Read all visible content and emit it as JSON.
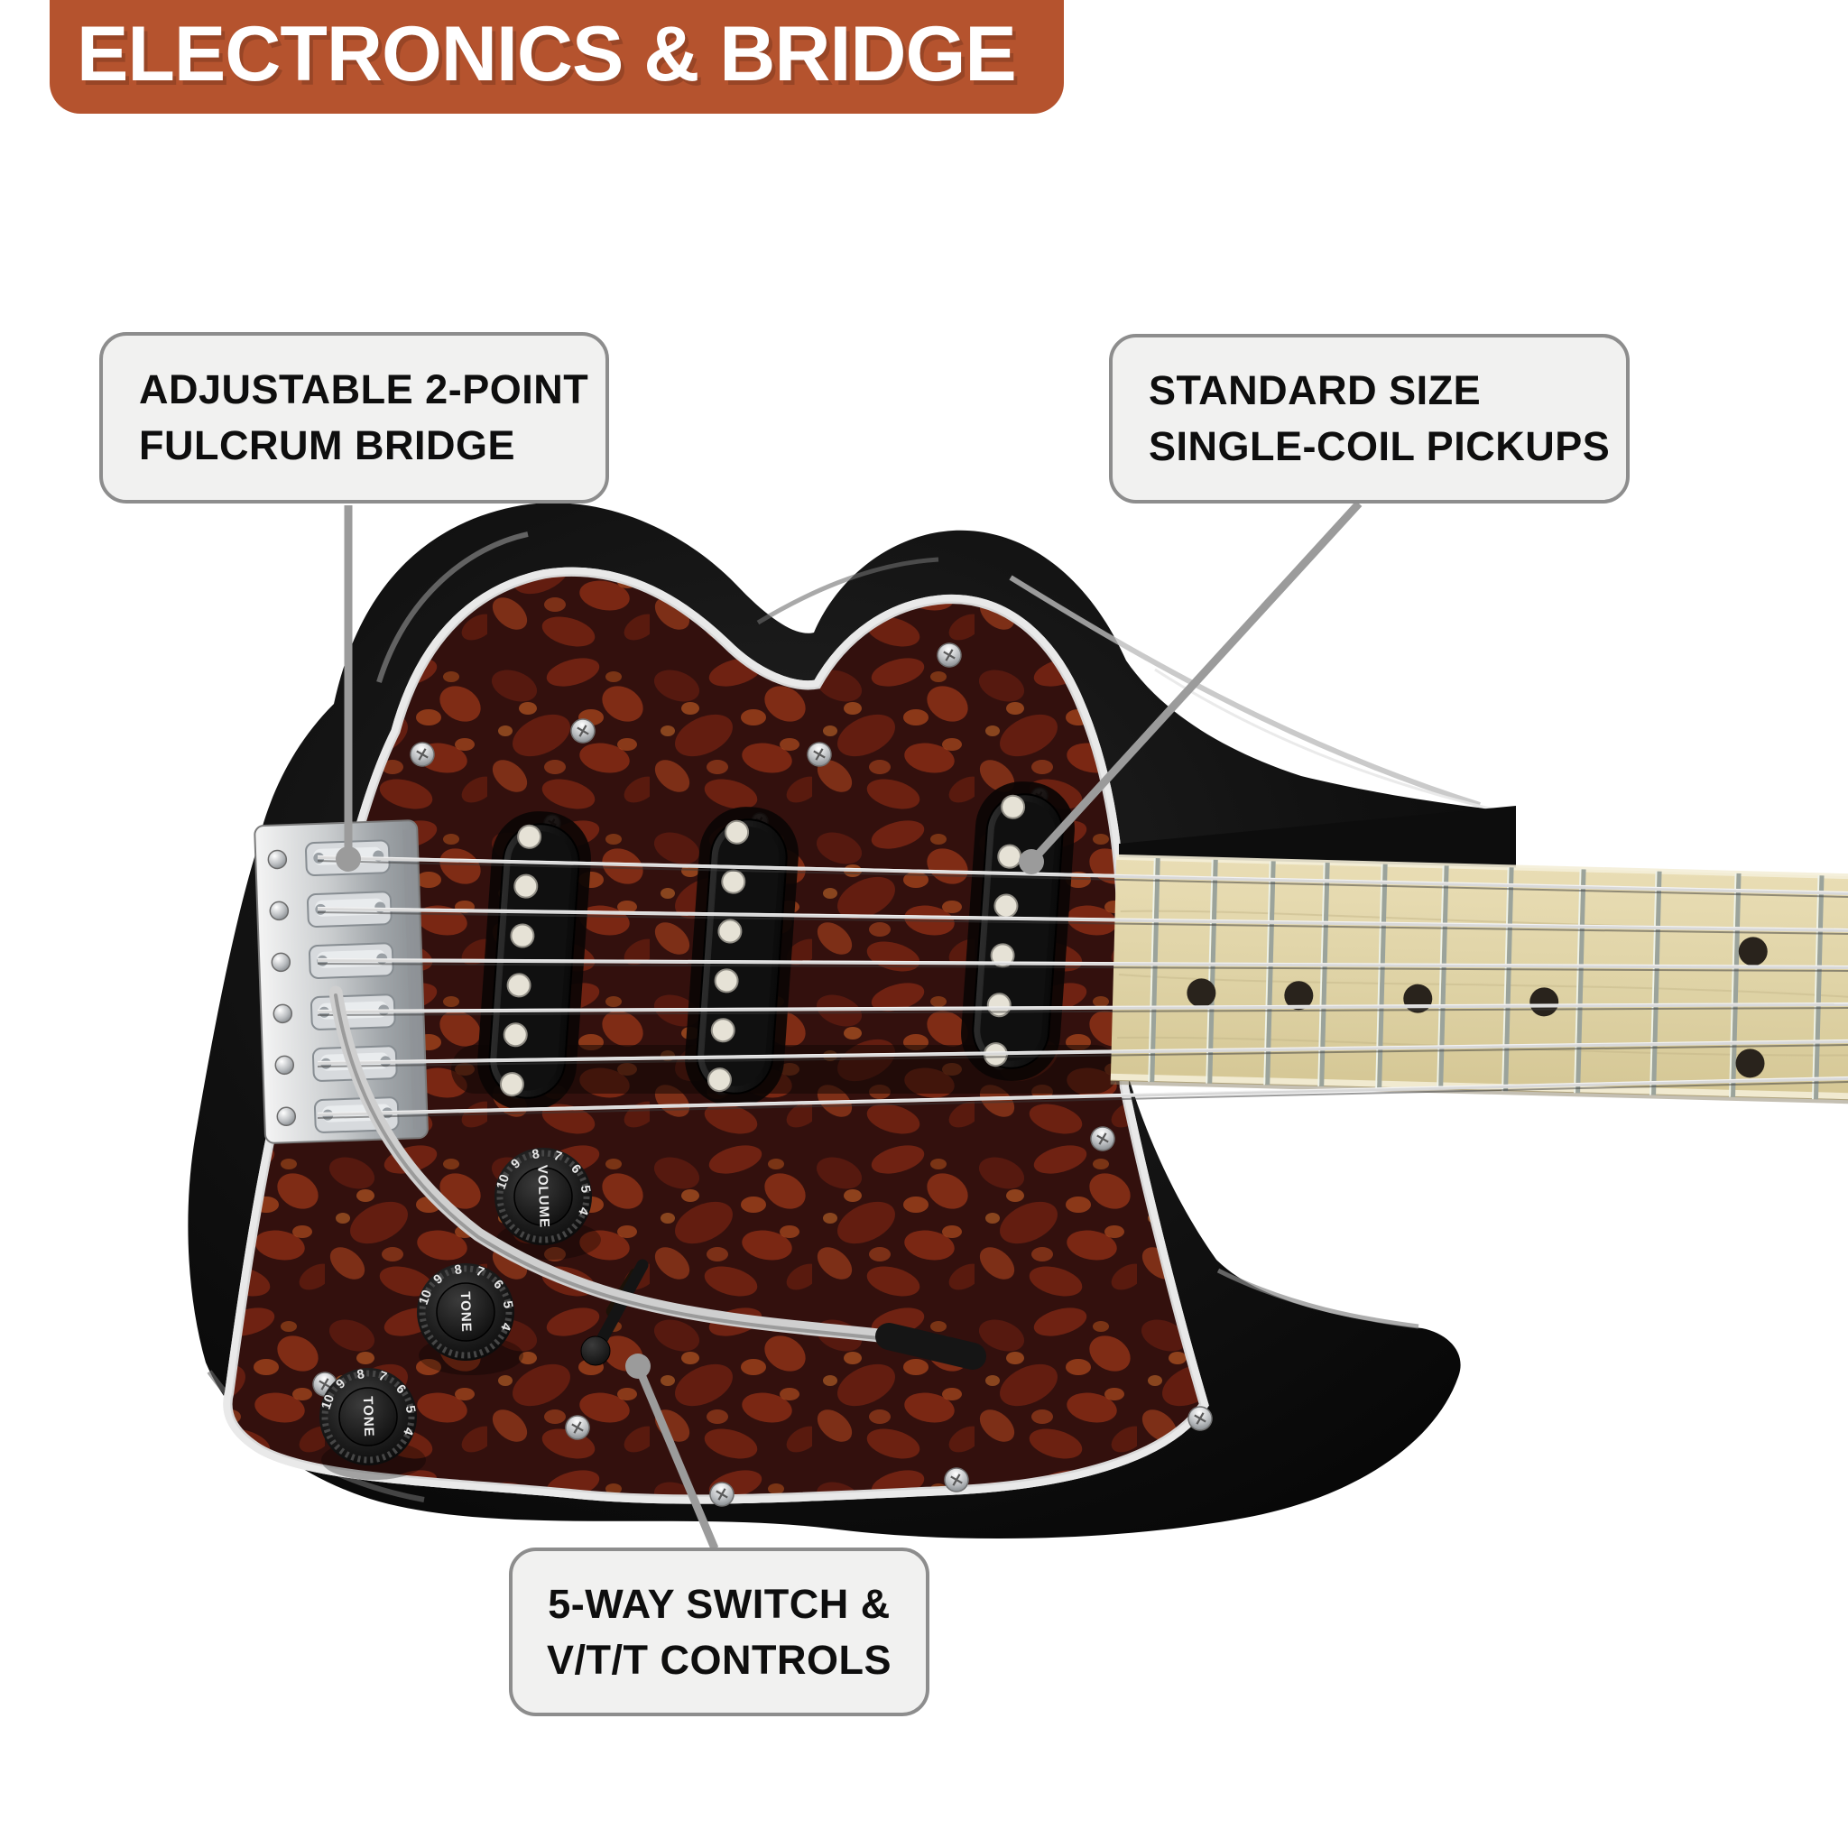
{
  "header": {
    "title": "ELECTRONICS & BRIDGE",
    "bg_color": "#b5532e",
    "text_color": "#ffffff"
  },
  "callouts": {
    "bridge": {
      "line1": "ADJUSTABLE 2-POINT",
      "line2": "FULCRUM BRIDGE"
    },
    "pickups": {
      "line1": "STANDARD SIZE",
      "line2": "SINGLE-COIL PICKUPS"
    },
    "controls": {
      "line1": "5-WAY SWITCH &",
      "line2": "V/T/T CONTROLS"
    }
  },
  "guitar": {
    "volume_knob_label": "VOLUME",
    "tone_knob_label": "TONE",
    "knob_scale": [
      "10",
      "9",
      "8",
      "7",
      "6",
      "5",
      "4"
    ],
    "colors": {
      "body": "#0d0d0d",
      "pickguard_base": "#33100d",
      "pickguard_accent": "#c65420",
      "binding": "#e9e9e9",
      "maple_neck": "#e0d4a8",
      "chrome": "#d6d6d6",
      "leader_line": "#9b9b9b",
      "banner": "#b5532e"
    }
  }
}
